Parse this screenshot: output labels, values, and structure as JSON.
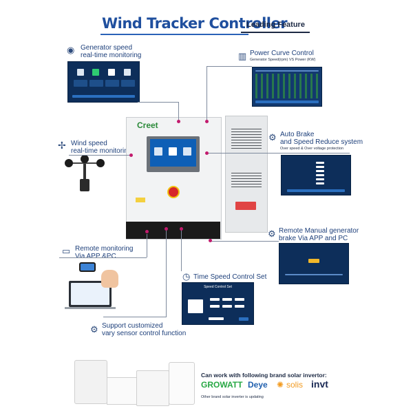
{
  "header": {
    "title": "Wind Tracker Controller",
    "tag": "Leading Feature"
  },
  "features": {
    "generator_monitor": {
      "line1": "Generator speed",
      "line2": "real-time monitoring"
    },
    "power_curve": {
      "title": "Power Curve Control",
      "subtitle": "Generator Speed(rpm) VS Power (KW)"
    },
    "wind_speed": {
      "line1": "Wind speed",
      "line2": "real-time monitoring"
    },
    "auto_brake": {
      "line1": "Auto Brake",
      "line2": "and Speed Reduce system",
      "subtitle": "Over speed & Over voltage protection"
    },
    "remote_manual": {
      "line1": "Remote Manual generator",
      "line2": "brake Via APP and PC"
    },
    "remote_monitoring": {
      "line1": "Remote monitoring",
      "line2": "Via APP &PC"
    },
    "time_speed": {
      "title": "Time Speed Control Set",
      "screen_title": "Speed Control Set"
    },
    "sensor": {
      "line1": "Support customized",
      "line2": "vary sensor control function"
    }
  },
  "cabinet": {
    "brand": "Creet"
  },
  "footer": {
    "heading": "Can work with following brand solar invertor:",
    "brands": [
      "GROWATT",
      "Deye",
      "solis",
      "invt"
    ],
    "note": "Other brand solar inverter is updating"
  },
  "colors": {
    "title_blue": "#1f4f9e",
    "screen_navy": "#0d2e5a",
    "dot_magenta": "#c21a6d",
    "growatt_green": "#27a844",
    "deye_blue": "#1f5fae",
    "solis_orange": "#f29a1f",
    "invt_navy": "#1b2a55"
  },
  "icons": {
    "generator": "gauge-icon",
    "power_curve": "bar-chart-icon",
    "wind": "wind-turbine-icon",
    "brake": "gear-icon",
    "remote_manual": "gear-icon",
    "remote_monitoring": "laptop-icon",
    "time_speed": "clock-icon",
    "sensor": "gear-icon"
  }
}
